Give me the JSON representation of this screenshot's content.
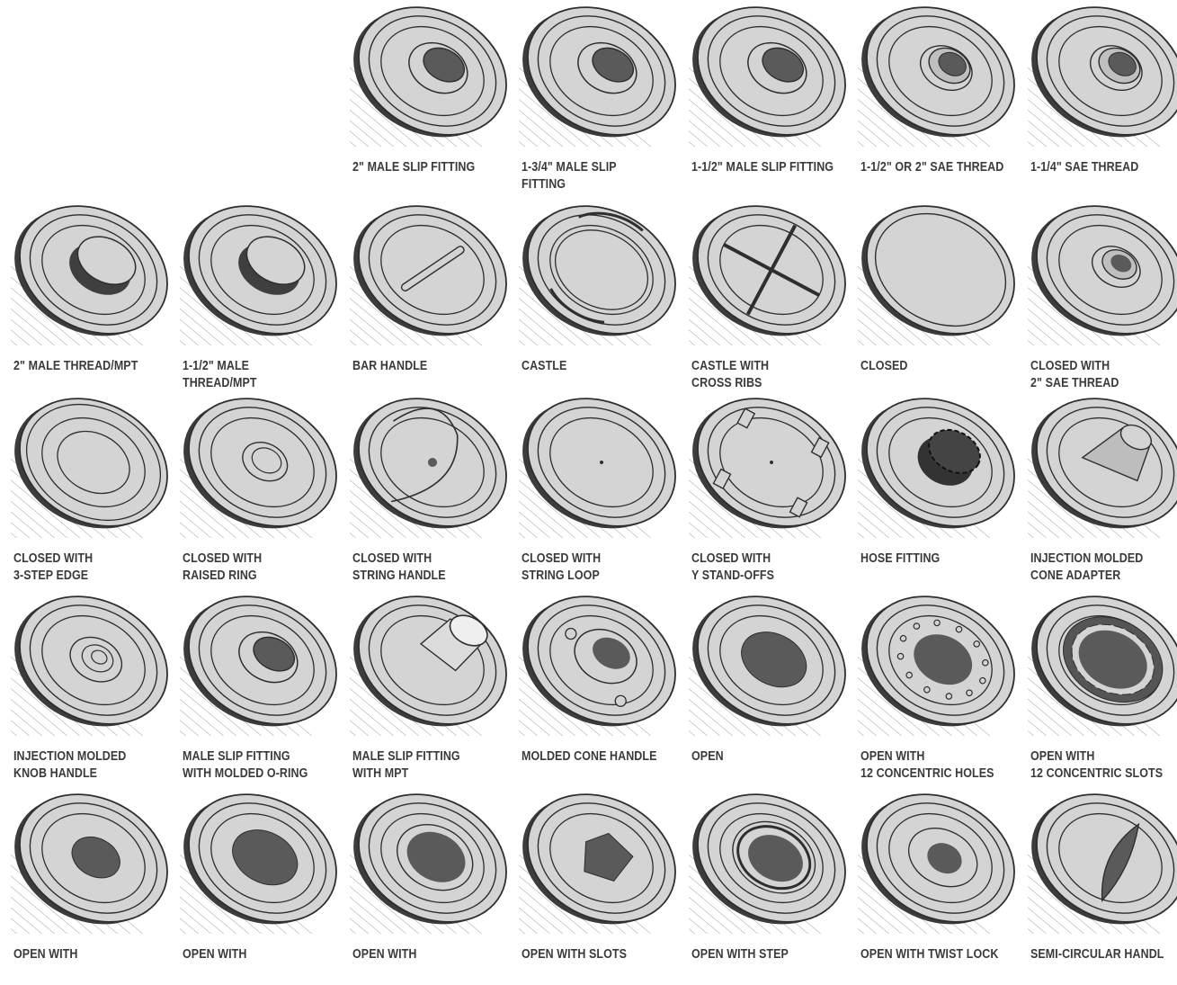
{
  "colors": {
    "cap": "#d4d4d4",
    "stroke": "#2e2e2e",
    "hole": "#5a5a5a",
    "hatch": "#8a8a8a",
    "label": "#3a3a3a"
  },
  "items": [
    {
      "name": "2-male-slip-fitting",
      "col": 2,
      "row": 0,
      "icon": "male-slip-icon",
      "variant": "slip",
      "lines": [
        "2\" MALE SLIP FITTING"
      ]
    },
    {
      "name": "1-3-4-male-slip-fitting",
      "col": 3,
      "row": 0,
      "icon": "male-slip-icon",
      "variant": "slip",
      "lines": [
        "1-3/4\" MALE SLIP",
        "FITTING"
      ]
    },
    {
      "name": "1-1-2-male-slip-fitting",
      "col": 4,
      "row": 0,
      "icon": "male-slip-icon",
      "variant": "slip",
      "lines": [
        "1-1/2\" MALE SLIP FITTING"
      ]
    },
    {
      "name": "1-1-2-or-2-sae-thread",
      "col": 5,
      "row": 0,
      "icon": "sae-thread-icon",
      "variant": "thread",
      "lines": [
        "1-1/2\" OR 2\" SAE THREAD"
      ]
    },
    {
      "name": "1-1-4-sae-thread",
      "col": 6,
      "row": 0,
      "icon": "sae-thread-icon",
      "variant": "thread",
      "lines": [
        "1-1/4\" SAE THREAD"
      ]
    },
    {
      "name": "2-male-thread-mpt",
      "col": 0,
      "row": 1,
      "icon": "male-thread-icon",
      "variant": "mpt",
      "lines": [
        "2\" MALE THREAD/MPT"
      ]
    },
    {
      "name": "1-1-2-male-thread-mpt",
      "col": 1,
      "row": 1,
      "icon": "male-thread-icon",
      "variant": "mpt",
      "lines": [
        "1-1/2\" MALE",
        "THREAD/MPT"
      ]
    },
    {
      "name": "bar-handle",
      "col": 2,
      "row": 1,
      "icon": "bar-handle-icon",
      "variant": "bar",
      "lines": [
        "BAR HANDLE"
      ]
    },
    {
      "name": "castle",
      "col": 3,
      "row": 1,
      "icon": "castle-icon",
      "variant": "castle",
      "lines": [
        "CASTLE"
      ]
    },
    {
      "name": "castle-with-cross-ribs",
      "col": 4,
      "row": 1,
      "icon": "castle-cross-ribs-icon",
      "variant": "cross",
      "lines": [
        "CASTLE WITH",
        "CROSS RIBS"
      ]
    },
    {
      "name": "closed",
      "col": 5,
      "row": 1,
      "icon": "closed-cap-icon",
      "variant": "closed",
      "lines": [
        "CLOSED"
      ]
    },
    {
      "name": "closed-with-2-sae-thread",
      "col": 6,
      "row": 1,
      "icon": "closed-sae-icon",
      "variant": "closedthread",
      "lines": [
        "CLOSED WITH",
        "2\" SAE THREAD"
      ]
    },
    {
      "name": "closed-with-3-step-edge",
      "col": 0,
      "row": 2,
      "icon": "step-edge-icon",
      "variant": "stepedge",
      "lines": [
        "CLOSED WITH",
        "3-STEP EDGE"
      ]
    },
    {
      "name": "closed-with-raised-ring",
      "col": 1,
      "row": 2,
      "icon": "raised-ring-icon",
      "variant": "ring",
      "lines": [
        "CLOSED WITH",
        "RAISED RING"
      ]
    },
    {
      "name": "closed-with-string-handle",
      "col": 2,
      "row": 2,
      "icon": "string-handle-icon",
      "variant": "stringhandle",
      "lines": [
        "CLOSED WITH",
        "STRING HANDLE"
      ]
    },
    {
      "name": "closed-with-string-loop",
      "col": 3,
      "row": 2,
      "icon": "string-loop-icon",
      "variant": "loop",
      "lines": [
        "CLOSED WITH",
        "STRING LOOP"
      ]
    },
    {
      "name": "closed-with-y-stand-offs",
      "col": 4,
      "row": 2,
      "icon": "y-standoffs-icon",
      "variant": "standoff",
      "lines": [
        "CLOSED WITH",
        "Y STAND-OFFS"
      ]
    },
    {
      "name": "hose-fitting",
      "col": 5,
      "row": 2,
      "icon": "hose-fitting-icon",
      "variant": "hose",
      "lines": [
        "HOSE FITTING"
      ]
    },
    {
      "name": "injection-molded-cone-adapter",
      "col": 6,
      "row": 2,
      "icon": "cone-adapter-icon",
      "variant": "cone",
      "lines": [
        "INJECTION MOLDED",
        "CONE ADAPTER"
      ]
    },
    {
      "name": "injection-molded-knob-handle",
      "col": 0,
      "row": 3,
      "icon": "knob-handle-icon",
      "variant": "knob",
      "lines": [
        "INJECTION MOLDED",
        "KNOB HANDLE"
      ]
    },
    {
      "name": "male-slip-fitting-with-molded-o-ring",
      "col": 1,
      "row": 3,
      "icon": "o-ring-icon",
      "variant": "slip",
      "lines": [
        "MALE SLIP FITTING",
        "WITH MOLDED O-RING"
      ]
    },
    {
      "name": "male-slip-fitting-with-mpt",
      "col": 2,
      "row": 3,
      "icon": "slip-mpt-icon",
      "variant": "slipmpt",
      "lines": [
        "MALE SLIP FITTING",
        "WITH MPT"
      ]
    },
    {
      "name": "molded-cone-handle",
      "col": 3,
      "row": 3,
      "icon": "cone-handle-icon",
      "variant": "conehandle",
      "lines": [
        "MOLDED CONE HANDLE"
      ]
    },
    {
      "name": "open",
      "col": 4,
      "row": 3,
      "icon": "open-icon",
      "variant": "open",
      "lines": [
        "OPEN"
      ]
    },
    {
      "name": "open-with-12-concentric-holes",
      "col": 5,
      "row": 3,
      "icon": "concentric-holes-icon",
      "variant": "holes",
      "lines": [
        "OPEN WITH",
        "12 CONCENTRIC HOLES"
      ]
    },
    {
      "name": "open-with-12-concentric-slots",
      "col": 6,
      "row": 3,
      "icon": "concentric-slots-icon",
      "variant": "slots12",
      "lines": [
        "OPEN WITH",
        "12 CONCENTRIC SLOTS"
      ]
    },
    {
      "name": "open-with-a",
      "col": 0,
      "row": 4,
      "icon": "open-icon",
      "variant": "opensmall",
      "lines": [
        "OPEN WITH"
      ]
    },
    {
      "name": "open-with-b",
      "col": 1,
      "row": 4,
      "icon": "open-icon",
      "variant": "open",
      "lines": [
        "OPEN WITH"
      ]
    },
    {
      "name": "open-with-c",
      "col": 2,
      "row": 4,
      "icon": "open-icon",
      "variant": "openring",
      "lines": [
        "OPEN WITH"
      ]
    },
    {
      "name": "open-with-slots",
      "col": 3,
      "row": 4,
      "icon": "open-slots-icon",
      "variant": "openslots",
      "lines": [
        "OPEN WITH SLOTS"
      ]
    },
    {
      "name": "open-with-step",
      "col": 4,
      "row": 4,
      "icon": "open-step-icon",
      "variant": "openstep",
      "lines": [
        "OPEN WITH STEP"
      ]
    },
    {
      "name": "open-with-twist-lock",
      "col": 5,
      "row": 4,
      "icon": "twist-lock-icon",
      "variant": "twist",
      "lines": [
        "OPEN WITH TWIST LOCK"
      ]
    },
    {
      "name": "semi-circular-handle",
      "col": 6,
      "row": 4,
      "icon": "semi-circular-handle-icon",
      "variant": "semi",
      "lines": [
        "SEMI-CIRCULAR HANDL"
      ]
    }
  ]
}
